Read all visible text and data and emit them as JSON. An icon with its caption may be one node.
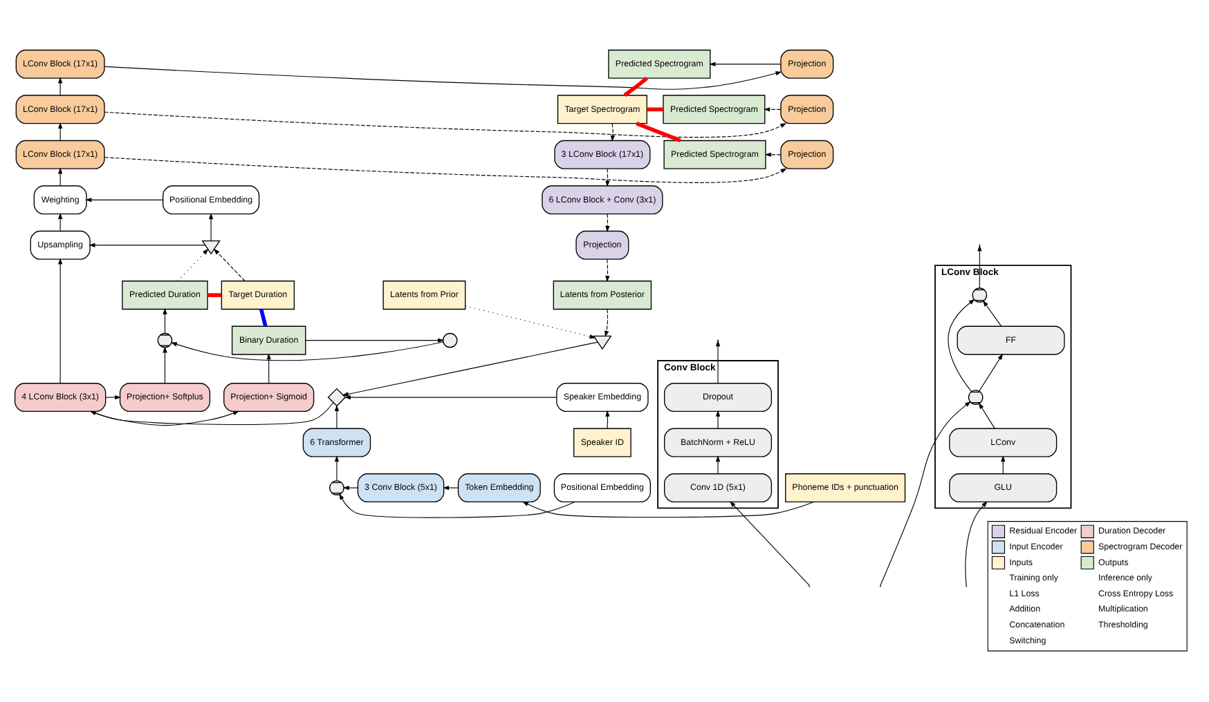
{
  "diagram": {
    "nodes": [
      {
        "text": [
          "LConv Block (17x1)"
        ]
      },
      {
        "text": [
          "LConv Block (17x1)"
        ]
      },
      {
        "text": [
          "LConv Block (17x1)"
        ]
      },
      {
        "text": [
          "Projection"
        ]
      },
      {
        "text": [
          "Projection"
        ]
      },
      {
        "text": [
          "Projection"
        ]
      },
      {
        "text": [
          "Predicted Spectrogram"
        ]
      },
      {
        "text": [
          "Predicted Spectrogram"
        ]
      },
      {
        "text": [
          "Predicted Spectrogram"
        ]
      },
      {
        "text": [
          "Target Spectrogram"
        ]
      },
      {
        "text": [
          "3 LConv Block (17x1)"
        ]
      },
      {
        "text": [
          "6 LConv Block + Conv (3x1)"
        ]
      },
      {
        "text": [
          "Projection"
        ]
      },
      {
        "text": [
          "Positional Embedding"
        ]
      },
      {
        "text": [
          "Weighting"
        ]
      },
      {
        "text": [],
        "shape": "triangle"
      },
      {
        "text": [
          "Upsampling"
        ]
      },
      {
        "text": [
          "Predicted Duration"
        ]
      },
      {
        "text": [
          "Target Duration"
        ]
      },
      {
        "text": [],
        "shape": "circle"
      },
      {
        "text": [],
        "shape": "circle"
      },
      {
        "text": [
          "Binary Duration"
        ]
      },
      {
        "text": [
          "Projection+ Softplus"
        ]
      },
      {
        "text": [
          "Projection+ Sigmoid"
        ]
      },
      {
        "text": [
          "4 LConv Block (3x1)"
        ]
      },
      {
        "text": [
          "Latents from Prior"
        ]
      },
      {
        "text": [
          "Latents from Posterior"
        ]
      },
      {
        "text": [],
        "shape": "triangle"
      },
      {
        "text": [],
        "shape": "diamond"
      },
      {
        "text": [
          "Speaker Embedding"
        ]
      },
      {
        "text": [
          "6 Transformer"
        ]
      },
      {
        "text": [
          "Speaker ID"
        ]
      },
      {
        "text": [
          "Phoneme IDs + punctuation"
        ]
      },
      {
        "text": [
          "Token Embedding"
        ]
      },
      {
        "text": [
          "3 Conv Block (5x1)"
        ]
      },
      {
        "text": [],
        "shape": "circle"
      },
      {
        "text": [
          "Positional Embedding"
        ]
      },
      {
        "text": [
          "Conv Block"
        ]
      },
      {
        "text": [
          "Dropout"
        ],
        "in": 37
      },
      {
        "text": [
          "BatchNorm + ReLU"
        ],
        "in": 37
      },
      {
        "text": [
          "Conv 1D (5x1)"
        ],
        "in": 37
      },
      {
        "text": [
          "LConv Block"
        ]
      },
      {
        "text": [],
        "shape": "circle",
        "in": 41
      },
      {
        "text": [
          "FF"
        ],
        "in": 41
      },
      {
        "text": [],
        "shape": "circle",
        "in": 41
      },
      {
        "text": [
          "LConv"
        ],
        "in": 41
      },
      {
        "text": [
          "GLU"
        ],
        "in": 41
      }
    ],
    "edges": [
      {
        "from": 1,
        "to": 0,
        "arrow": "to"
      },
      {
        "from": 2,
        "to": 1,
        "arrow": "to"
      },
      {
        "from": 0,
        "to": 3,
        "arrow": "to"
      },
      {
        "from": 1,
        "to": 4,
        "arrow": "to",
        "style": "dashed"
      },
      {
        "from": 2,
        "to": 5,
        "arrow": "to",
        "style": "dashed"
      },
      {
        "from": 3,
        "to": 6,
        "arrow": "to"
      },
      {
        "from": 4,
        "to": 7,
        "arrow": "to",
        "style": "dashed"
      },
      {
        "from": 5,
        "to": 8,
        "arrow": "to",
        "style": "dashed"
      },
      {
        "from": 6,
        "to": 9,
        "arrow": "none",
        "style": "thick",
        "color": "#ff0000"
      },
      {
        "from": 7,
        "to": 9,
        "arrow": "none",
        "style": "thick",
        "color": "#ff0000"
      },
      {
        "from": 8,
        "to": 9,
        "arrow": "none",
        "style": "thick",
        "color": "#ff0000"
      },
      {
        "from": 9,
        "to": 10,
        "arrow": "to",
        "style": "dashed"
      },
      {
        "from": 10,
        "to": 11,
        "arrow": "to",
        "style": "dashed"
      },
      {
        "from": 11,
        "to": 12,
        "arrow": "to",
        "style": "dashed"
      },
      {
        "from": 12,
        "to": 26,
        "arrow": "to",
        "style": "dashed"
      },
      {
        "from": 14,
        "to": 2,
        "arrow": "to"
      },
      {
        "from": 13,
        "to": 14,
        "arrow": "to"
      },
      {
        "from": 15,
        "to": 13,
        "arrow": "to"
      },
      {
        "from": 15,
        "to": 16,
        "arrow": "to"
      },
      {
        "from": 16,
        "to": 14,
        "arrow": "to"
      },
      {
        "from": 17,
        "to": 15,
        "arrow": "to",
        "style": "dashed"
      },
      {
        "from": 18,
        "to": 15,
        "arrow": "to",
        "style": "dashed"
      },
      {
        "from": 17,
        "to": 18,
        "arrow": "none",
        "style": "thick",
        "color": "#ff0000"
      },
      {
        "from": 18,
        "to": 21,
        "arrow": "none",
        "style": "thick",
        "color": "#0000ff"
      },
      {
        "from": 21,
        "to": 20,
        "arrow": "to"
      },
      {
        "from": 20,
        "to": 19,
        "arrow": "to"
      },
      {
        "from": 19,
        "to": 17,
        "arrow": "to"
      },
      {
        "from": 22,
        "to": 19,
        "arrow": "to"
      },
      {
        "from": 23,
        "to": 21,
        "arrow": "to"
      },
      {
        "from": 24,
        "to": 16,
        "arrow": "to"
      },
      {
        "from": 24,
        "to": 22,
        "arrow": "to"
      },
      {
        "from": 24,
        "to": 23,
        "arrow": "to"
      },
      {
        "from": 25,
        "to": 27,
        "arrow": "to",
        "style": "dashed"
      },
      {
        "from": 26,
        "to": 27,
        "arrow": "to",
        "style": "dashed"
      },
      {
        "from": 27,
        "to": 28,
        "arrow": "to"
      },
      {
        "from": 28,
        "to": 24,
        "arrow": "to"
      },
      {
        "from": 29,
        "to": 28,
        "arrow": "to"
      },
      {
        "from": 30,
        "to": 28,
        "arrow": "to"
      },
      {
        "from": 31,
        "to": 29,
        "arrow": "to"
      },
      {
        "from": 32,
        "to": 33,
        "arrow": "to"
      },
      {
        "from": 33,
        "to": 34,
        "arrow": "to"
      },
      {
        "from": 34,
        "to": 35,
        "arrow": "to"
      },
      {
        "from": 36,
        "to": 35,
        "arrow": "to"
      },
      {
        "from": 35,
        "to": 30,
        "arrow": "to"
      },
      {
        "from": null,
        "to": 40,
        "arrow": "to"
      },
      {
        "from": 40,
        "to": 39,
        "arrow": "to"
      },
      {
        "from": 39,
        "to": 38,
        "arrow": "to"
      },
      {
        "from": 38,
        "to": null,
        "arrow": "to"
      },
      {
        "from": null,
        "to": 46,
        "arrow": "to"
      },
      {
        "from": 46,
        "to": 45,
        "arrow": "to"
      },
      {
        "from": 45,
        "to": 44,
        "arrow": "to"
      },
      {
        "from": 44,
        "to": 43,
        "arrow": "to"
      },
      {
        "from": 43,
        "to": 42,
        "arrow": "to"
      },
      {
        "from": 42,
        "to": null,
        "arrow": "to"
      },
      {
        "from": null,
        "to": 44,
        "arrow": "to"
      },
      {
        "from": 44,
        "to": 42,
        "arrow": "to"
      }
    ],
    "legend": [
      {
        "text": "Residual Encoder",
        "color": "#d9d2e9"
      },
      {
        "text": "Duration Decoder",
        "color": "#f4cccc"
      },
      {
        "text": "Input Encoder",
        "color": "#cfe2f3"
      },
      {
        "text": "Spectrogram Decoder",
        "color": "#f9cb9c"
      },
      {
        "text": "Inputs",
        "color": "#fff2cc"
      },
      {
        "text": "Outputs",
        "color": "#d9ead3"
      },
      {
        "text": "Training only"
      },
      {
        "text": "Inference only"
      },
      {
        "text": "L1 Loss"
      },
      {
        "text": "Cross Entropy Loss"
      },
      {
        "text": "Addition"
      },
      {
        "text": "Multiplication"
      },
      {
        "text": "Concatenation"
      },
      {
        "text": "Thresholding"
      },
      {
        "text": "Switching"
      }
    ]
  }
}
